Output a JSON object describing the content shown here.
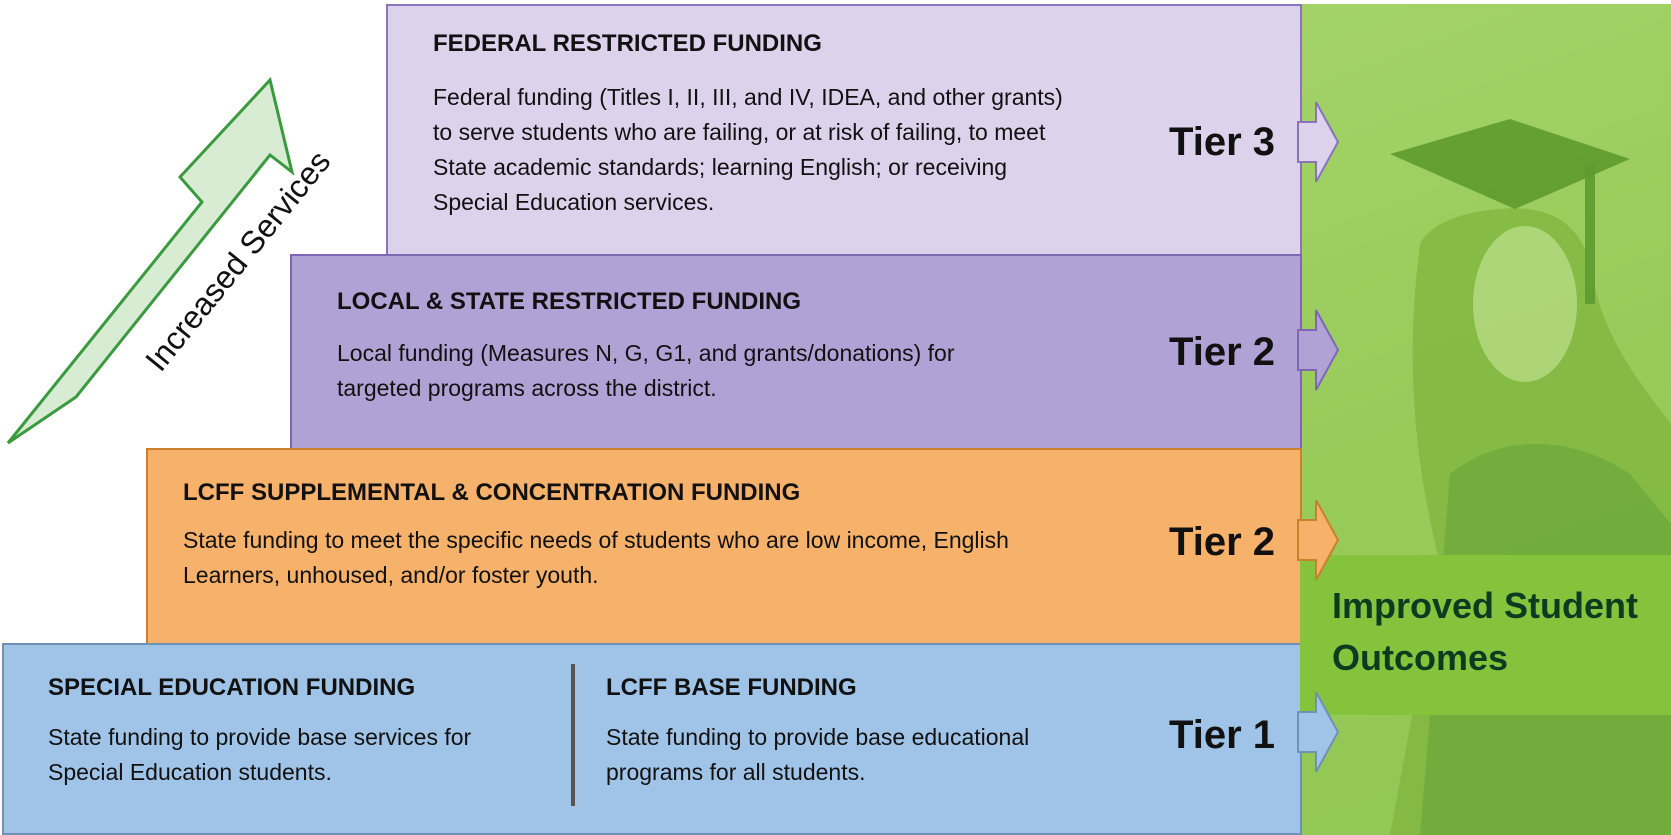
{
  "increased_services_label": "Increased Services",
  "tiers": {
    "federal": {
      "title": "FEDERAL RESTRICTED FUNDING",
      "text": "Federal funding (Titles I, II, III, and IV, IDEA, and other grants) to serve students who are failing, or at risk of failing, to meet State academic standards; learning English; or receiving Special Education services.",
      "tier_label": "Tier 3",
      "color": "#dcd2eb"
    },
    "local_state": {
      "title": "LOCAL & STATE  RESTRICTED FUNDING",
      "text": "Local funding (Measures N, G, G1, and grants/donations) for targeted programs across the district.",
      "tier_label": "Tier 2",
      "color": "#b1a2d5"
    },
    "lcff_supp": {
      "title": "LCFF SUPPLEMENTAL & CONCENTRATION FUNDING",
      "text": "State funding to meet the specific needs of students who are low income, English Learners, unhoused, and/or foster youth.",
      "tier_label": "Tier 2",
      "color": "#f6b16b"
    },
    "base": {
      "sped_title": "SPECIAL EDUCATION FUNDING",
      "sped_text": "State funding to provide base services for Special Education students.",
      "lcff_title": "LCFF BASE FUNDING",
      "lcff_text": "State funding to provide base educational programs for all students.",
      "tier_label": "Tier 1",
      "color": "#a0c4e7"
    }
  },
  "outcome": "Improved Student\nOutcomes",
  "colors": {
    "green_arrow": "#3a9a3e",
    "green_arrow_fill": "#d8ecd3",
    "panel_green": "#93c955",
    "outcome_text": "#0d3b22"
  }
}
